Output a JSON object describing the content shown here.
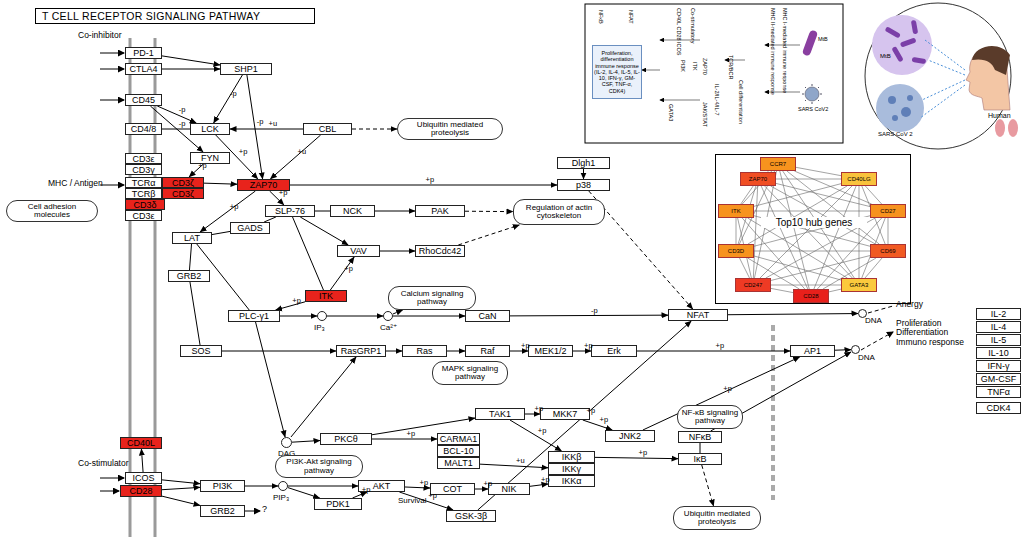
{
  "diagram": {
    "title": "T CELL RECEPTOR SIGNALING PATHWAY",
    "nodes": [
      {
        "text": [
          "PD-1"
        ]
      },
      {
        "text": [
          "CTLA4"
        ]
      },
      {
        "text": [
          "CD45"
        ]
      },
      {
        "text": [
          "CD4/8"
        ]
      },
      {
        "text": [
          "CD3ε"
        ]
      },
      {
        "text": [
          "CD3γ"
        ]
      },
      {
        "text": [
          "TCRα"
        ]
      },
      {
        "text": [
          "CD3ζ"
        ]
      },
      {
        "text": [
          "TCRβ"
        ]
      },
      {
        "text": [
          "CD3ζ"
        ]
      },
      {
        "text": [
          "CD3δ"
        ]
      },
      {
        "text": [
          "CD3ε"
        ]
      },
      {
        "text": [
          "Cell adhesion molecules"
        ]
      },
      {
        "text": [
          "CD40L"
        ]
      },
      {
        "text": [
          "ICOS"
        ]
      },
      {
        "text": [
          "CD28"
        ]
      },
      {
        "text": [
          "SHP1"
        ]
      },
      {
        "text": [
          "LCK"
        ]
      },
      {
        "text": [
          "CBL"
        ]
      },
      {
        "text": [
          "Ubiquitin mediated proteolysis"
        ]
      },
      {
        "text": [
          "FYN"
        ]
      },
      {
        "text": [
          "ZAP70"
        ]
      },
      {
        "text": [
          "Dlgh1"
        ]
      },
      {
        "text": [
          "p38"
        ]
      },
      {
        "text": [
          "SLP-76"
        ]
      },
      {
        "text": [
          "NCK"
        ]
      },
      {
        "text": [
          "PAK"
        ]
      },
      {
        "text": [
          "Regulation of actin cytoskeleton"
        ]
      },
      {
        "text": [
          "GADS"
        ]
      },
      {
        "text": [
          "LAT"
        ]
      },
      {
        "text": [
          "VAV"
        ]
      },
      {
        "text": [
          "RhoCdc42"
        ]
      },
      {
        "text": [
          "GRB2"
        ]
      },
      {
        "text": [
          "ITK"
        ]
      },
      {
        "text": [
          "Calcium signaling pathway"
        ]
      },
      {
        "text": [
          "PLC-γ1"
        ]
      },
      {
        "text": [
          "IP₃"
        ]
      },
      {
        "text": [
          "Ca²⁺"
        ]
      },
      {
        "text": [
          "CaN"
        ]
      },
      {
        "text": [
          "NFAT"
        ]
      },
      {
        "text": [
          "SOS"
        ]
      },
      {
        "text": [
          "RasGRP1"
        ]
      },
      {
        "text": [
          "Ras"
        ]
      },
      {
        "text": [
          "Raf"
        ]
      },
      {
        "text": [
          "MEK1/2"
        ]
      },
      {
        "text": [
          "Erk"
        ]
      },
      {
        "text": [
          "MAPK signaling pathway"
        ]
      },
      {
        "text": [
          "AP1"
        ]
      },
      {
        "text": [
          "DNA"
        ]
      },
      {
        "text": [
          "DNA"
        ]
      },
      {
        "text": [
          "DAG"
        ]
      },
      {
        "text": [
          "PKCθ"
        ]
      },
      {
        "text": [
          "TAK1"
        ]
      },
      {
        "text": [
          "MKK7"
        ]
      },
      {
        "text": [
          "JNK2"
        ]
      },
      {
        "text": [
          "CARMA1"
        ]
      },
      {
        "text": [
          "BCL-10"
        ]
      },
      {
        "text": [
          "MALT1"
        ]
      },
      {
        "text": [
          "IKKβ"
        ]
      },
      {
        "text": [
          "IKKγ"
        ]
      },
      {
        "text": [
          "IKKα"
        ]
      },
      {
        "text": [
          "NF-κB signaling pathway"
        ]
      },
      {
        "text": [
          "NFκB"
        ]
      },
      {
        "text": [
          "IκB"
        ]
      },
      {
        "text": [
          "Ubiquitin mediated proteolysis"
        ]
      },
      {
        "text": [
          "PI3K-Akt signaling pathway"
        ]
      },
      {
        "text": [
          "PI3K"
        ]
      },
      {
        "text": [
          "PIP₃"
        ]
      },
      {
        "text": [
          "PDK1"
        ]
      },
      {
        "text": [
          "AKT"
        ]
      },
      {
        "text": [
          "COT"
        ]
      },
      {
        "text": [
          "NIK"
        ]
      },
      {
        "text": [
          "GSK-3β"
        ]
      },
      {
        "text": [
          "GRB2"
        ]
      },
      {
        "text": [
          "IL-2"
        ]
      },
      {
        "text": [
          "IL-4"
        ]
      },
      {
        "text": [
          "IL-5"
        ]
      },
      {
        "text": [
          "IL-10"
        ]
      },
      {
        "text": [
          "IFN-γ"
        ]
      },
      {
        "text": [
          "GM-CSF"
        ]
      },
      {
        "text": [
          "TNFα"
        ]
      },
      {
        "text": [
          "CDK4"
        ]
      },
      {
        "text": [
          "Top10 hub genes"
        ]
      },
      {
        "text": [
          "CCR7"
        ],
        "in": 82
      },
      {
        "text": [
          "CD40LG"
        ],
        "in": 82
      },
      {
        "text": [
          "CD27"
        ],
        "in": 82
      },
      {
        "text": [
          "CD69"
        ],
        "in": 82
      },
      {
        "text": [
          "GATA3"
        ],
        "in": 82
      },
      {
        "text": [
          "CD28"
        ],
        "in": 82
      },
      {
        "text": [
          "CD247"
        ],
        "in": 82
      },
      {
        "text": [
          "CD3D"
        ],
        "in": 82
      },
      {
        "text": [
          "ITK"
        ],
        "in": 82
      },
      {
        "text": [
          "ZAP70"
        ],
        "in": 82
      },
      {
        "text": [
          "Proliferation, differentiation immune response (IL-2, IL-4, IL-5, IL-10, IFN-γ, GM-CSF, TNF-α, CDK4)"
        ]
      }
    ],
    "edges": [
      {
        "from": 0,
        "to": 16,
        "arrow": "to"
      },
      {
        "from": 1,
        "to": 16,
        "arrow": "to"
      },
      {
        "from": 16,
        "to": 17,
        "arrow": "to",
        "label": "-p"
      },
      {
        "from": 16,
        "to": 21,
        "arrow": "to",
        "label": "-p"
      },
      {
        "from": 2,
        "to": 17,
        "arrow": "to",
        "label": "-p"
      },
      {
        "from": 2,
        "to": 20,
        "arrow": "to",
        "label": "-p"
      },
      {
        "from": 3,
        "to": 17,
        "arrow": "none"
      },
      {
        "from": 17,
        "to": 21,
        "arrow": "to",
        "label": "+p"
      },
      {
        "from": 18,
        "to": 17,
        "arrow": "to",
        "label": "+u"
      },
      {
        "from": 18,
        "to": 21,
        "arrow": "to",
        "label": "+u"
      },
      {
        "from": 18,
        "to": 19,
        "arrow": "to"
      },
      {
        "from": 20,
        "to": 7,
        "arrow": "to",
        "label": "+p"
      },
      {
        "from": 7,
        "to": 21,
        "arrow": "to"
      },
      {
        "from": 21,
        "to": 23,
        "arrow": "to",
        "label": "+p"
      },
      {
        "from": 22,
        "to": 23,
        "arrow": "to"
      },
      {
        "from": 23,
        "to": 39,
        "arrow": "to"
      },
      {
        "from": 21,
        "to": 24,
        "arrow": "to",
        "label": "+p"
      },
      {
        "from": 21,
        "to": 29,
        "arrow": "to",
        "label": "+p"
      },
      {
        "from": 24,
        "to": 25,
        "arrow": "none"
      },
      {
        "from": 25,
        "to": 26,
        "arrow": "to"
      },
      {
        "from": 26,
        "to": 27,
        "arrow": "to"
      },
      {
        "from": 24,
        "to": 30,
        "arrow": "to"
      },
      {
        "from": 30,
        "to": 31,
        "arrow": "to"
      },
      {
        "from": 31,
        "to": 27,
        "arrow": "to"
      },
      {
        "from": 28,
        "to": 24,
        "arrow": "none"
      },
      {
        "from": 29,
        "to": 28,
        "arrow": "none"
      },
      {
        "from": 29,
        "to": 32,
        "arrow": "none"
      },
      {
        "from": 29,
        "to": 35,
        "arrow": "none"
      },
      {
        "from": 32,
        "to": 40,
        "arrow": "none"
      },
      {
        "from": 24,
        "to": 33,
        "arrow": "none"
      },
      {
        "from": 33,
        "to": 35,
        "arrow": "to",
        "label": "+p"
      },
      {
        "from": 33,
        "to": 30,
        "arrow": "to",
        "label": "+p"
      },
      {
        "from": 35,
        "to": 36,
        "arrow": "to"
      },
      {
        "from": 36,
        "to": 37,
        "arrow": "to"
      },
      {
        "from": 37,
        "to": 34,
        "arrow": "to"
      },
      {
        "from": 37,
        "to": 38,
        "arrow": "to"
      },
      {
        "from": 38,
        "to": 39,
        "arrow": "to",
        "label": "-p"
      },
      {
        "from": 39,
        "to": 48,
        "arrow": "to"
      },
      {
        "from": 40,
        "to": 41,
        "arrow": "to"
      },
      {
        "from": 41,
        "to": 42,
        "arrow": "to"
      },
      {
        "from": 42,
        "to": 43,
        "arrow": "to"
      },
      {
        "from": 43,
        "to": 44,
        "arrow": "to",
        "label": "+p"
      },
      {
        "from": 44,
        "to": 45,
        "arrow": "to",
        "label": "+p"
      },
      {
        "from": 45,
        "to": 47,
        "arrow": "to",
        "label": "+p"
      },
      {
        "from": 47,
        "to": 49,
        "arrow": "to"
      },
      {
        "from": 35,
        "to": 50,
        "arrow": "to"
      },
      {
        "from": 50,
        "to": 41,
        "arrow": "to"
      },
      {
        "from": 50,
        "to": 51,
        "arrow": "to"
      },
      {
        "from": 51,
        "to": 52,
        "arrow": "to"
      },
      {
        "from": 51,
        "to": 55,
        "arrow": "to",
        "label": "+p"
      },
      {
        "from": 52,
        "to": 53,
        "arrow": "to",
        "label": "+p"
      },
      {
        "from": 53,
        "to": 54,
        "arrow": "to",
        "label": "+p"
      },
      {
        "from": 54,
        "to": 47,
        "arrow": "to",
        "label": "+p"
      },
      {
        "from": 52,
        "to": 58,
        "arrow": "to",
        "label": "+p"
      },
      {
        "from": 57,
        "to": 59,
        "arrow": "to",
        "label": "+u"
      },
      {
        "from": 71,
        "to": 60,
        "arrow": "to",
        "label": "+p"
      },
      {
        "from": 58,
        "to": 63,
        "arrow": "to",
        "label": "+p"
      },
      {
        "from": 63,
        "to": 62,
        "arrow": "none"
      },
      {
        "from": 62,
        "to": 49,
        "arrow": "to"
      },
      {
        "from": 63,
        "to": 64,
        "arrow": "to"
      },
      {
        "from": 14,
        "to": 13,
        "arrow": "to"
      },
      {
        "from": 14,
        "to": 66,
        "arrow": "to"
      },
      {
        "from": 15,
        "to": 66,
        "arrow": "to"
      },
      {
        "from": 15,
        "to": 73,
        "arrow": "to"
      },
      {
        "from": 66,
        "to": 67,
        "arrow": "to"
      },
      {
        "from": 67,
        "to": 68,
        "arrow": "to"
      },
      {
        "from": 67,
        "to": 69,
        "arrow": "to"
      },
      {
        "from": 68,
        "to": 69,
        "arrow": "to",
        "label": "+p"
      },
      {
        "from": 69,
        "to": 70,
        "arrow": "to",
        "label": "+p"
      },
      {
        "from": 70,
        "to": 71,
        "arrow": "to",
        "label": "+p"
      },
      {
        "from": 69,
        "to": 72,
        "arrow": "to",
        "label": "+p"
      },
      {
        "from": 72,
        "to": 39,
        "arrow": "to",
        "label": "+p"
      },
      {
        "from": 83,
        "to": 84,
        "arrow": "none"
      },
      {
        "from": 83,
        "to": 85,
        "arrow": "none"
      },
      {
        "from": 83,
        "to": 86,
        "arrow": "none"
      },
      {
        "from": 83,
        "to": 87,
        "arrow": "none"
      },
      {
        "from": 83,
        "to": 88,
        "arrow": "none"
      },
      {
        "from": 83,
        "to": 89,
        "arrow": "none"
      },
      {
        "from": 83,
        "to": 90,
        "arrow": "none"
      },
      {
        "from": 83,
        "to": 91,
        "arrow": "none"
      },
      {
        "from": 83,
        "to": 92,
        "arrow": "none"
      },
      {
        "from": 84,
        "to": 85,
        "arrow": "none"
      },
      {
        "from": 84,
        "to": 86,
        "arrow": "none"
      },
      {
        "from": 84,
        "to": 87,
        "arrow": "none"
      },
      {
        "from": 84,
        "to": 88,
        "arrow": "none"
      },
      {
        "from": 84,
        "to": 89,
        "arrow": "none"
      },
      {
        "from": 84,
        "to": 90,
        "arrow": "none"
      },
      {
        "from": 84,
        "to": 91,
        "arrow": "none"
      },
      {
        "from": 84,
        "to": 92,
        "arrow": "none"
      },
      {
        "from": 85,
        "to": 86,
        "arrow": "none"
      },
      {
        "from": 85,
        "to": 87,
        "arrow": "none"
      },
      {
        "from": 85,
        "to": 88,
        "arrow": "none"
      },
      {
        "from": 85,
        "to": 89,
        "arrow": "none"
      },
      {
        "from": 85,
        "to": 90,
        "arrow": "none"
      },
      {
        "from": 85,
        "to": 91,
        "arrow": "none"
      },
      {
        "from": 85,
        "to": 92,
        "arrow": "none"
      },
      {
        "from": 86,
        "to": 87,
        "arrow": "none"
      },
      {
        "from": 86,
        "to": 88,
        "arrow": "none"
      },
      {
        "from": 86,
        "to": 89,
        "arrow": "none"
      },
      {
        "from": 86,
        "to": 90,
        "arrow": "none"
      },
      {
        "from": 86,
        "to": 91,
        "arrow": "none"
      },
      {
        "from": 86,
        "to": 92,
        "arrow": "none"
      },
      {
        "from": 87,
        "to": 88,
        "arrow": "none"
      },
      {
        "from": 87,
        "to": 89,
        "arrow": "none"
      },
      {
        "from": 87,
        "to": 90,
        "arrow": "none"
      },
      {
        "from": 87,
        "to": 91,
        "arrow": "none"
      },
      {
        "from": 87,
        "to": 92,
        "arrow": "none"
      },
      {
        "from": 88,
        "to": 89,
        "arrow": "none"
      },
      {
        "from": 88,
        "to": 90,
        "arrow": "none"
      },
      {
        "from": 88,
        "to": 91,
        "arrow": "none"
      },
      {
        "from": 88,
        "to": 92,
        "arrow": "none"
      },
      {
        "from": 89,
        "to": 90,
        "arrow": "none"
      },
      {
        "from": 89,
        "to": 91,
        "arrow": "none"
      },
      {
        "from": 89,
        "to": 92,
        "arrow": "none"
      },
      {
        "from": 90,
        "to": 91,
        "arrow": "none"
      },
      {
        "from": 90,
        "to": 92,
        "arrow": "none"
      },
      {
        "from": 91,
        "to": 92,
        "arrow": "none"
      }
    ],
    "labels": [
      "Co-inhibitor",
      "MHC / Antigen",
      "Co-stimulator",
      "Anergy",
      "Proliferation Differentiation Immuno response",
      "Survival",
      "?",
      "NFκB",
      "NFAT",
      "CD40L CD28 ICOS",
      "Co-stimulatory",
      "TCR/BCR",
      "ZAP70",
      "ITK",
      "PI3K",
      "Cell differentiation",
      "IL-2/IL-4/IL-7",
      "JAK/STAT",
      "GATA3",
      "MHC II-mediated immune response",
      "MHC I-mediated immune response",
      "MtB",
      "SARS CoV2",
      "MtB",
      "SARS CoV 2",
      "Human"
    ]
  }
}
